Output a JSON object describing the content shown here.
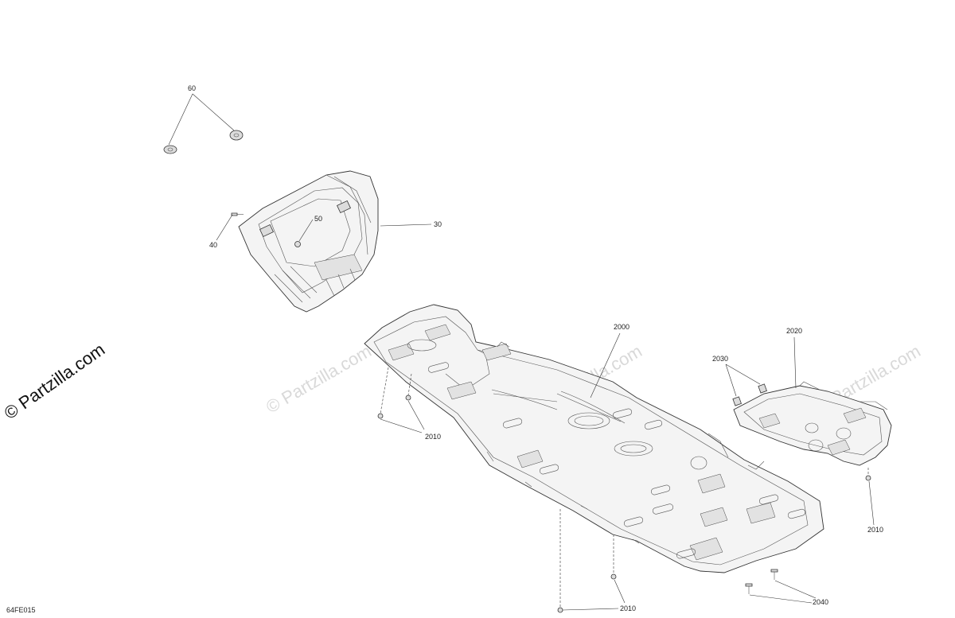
{
  "diagram_code": "64FE015",
  "copyright": "© Partzilla.com",
  "watermark": "© Partzilla.com",
  "callouts": {
    "c60": "60",
    "c50": "50",
    "c40": "40",
    "c30": "30",
    "c2000": "2000",
    "c2020": "2020",
    "c2030": "2030",
    "c2010_left": "2010",
    "c2010_right": "2010",
    "c2010_bottom": "2010",
    "c2040": "2040"
  }
}
